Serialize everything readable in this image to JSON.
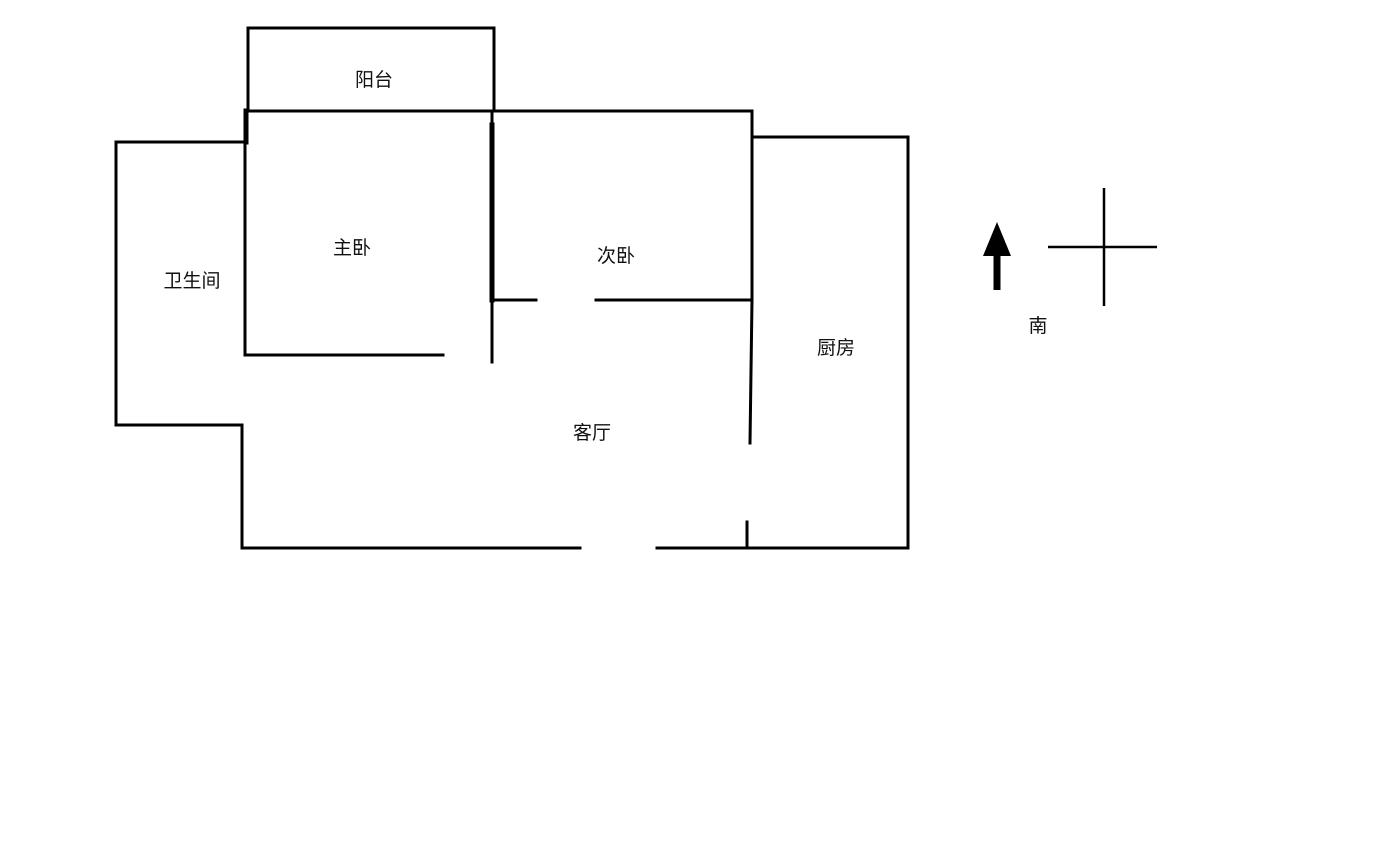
{
  "rooms": {
    "balcony": "阳台",
    "master_bedroom": "主卧",
    "second_bedroom": "次卧",
    "bathroom": "卫生间",
    "kitchen": "厨房",
    "living_room": "客厅"
  },
  "compass": {
    "direction_label": "南",
    "arrow_icon": "north-arrow-icon",
    "cross_icon": "compass-cross-icon"
  },
  "colors": {
    "wall": "#000000",
    "background": "#ffffff"
  }
}
